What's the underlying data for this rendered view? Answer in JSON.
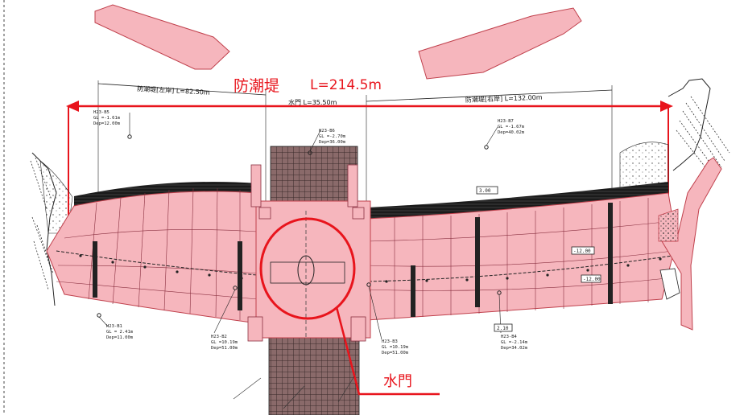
{
  "annotations": {
    "title": "防潮堤",
    "length": "L=214.5m",
    "gate_label": "水門"
  },
  "dimension_lines": {
    "left_bank": "防潮堤[左岸] L=82.50m",
    "right_bank": "防潮堤[右岸] L=132.00m",
    "gate": "水門 L=35.50m"
  },
  "boreholes": [
    {
      "id": "H23-B5",
      "gl": "GL =-1.61m",
      "dep": "Dep=12.00m"
    },
    {
      "id": "H23-B6",
      "gl": "GL =-2.70m",
      "dep": "Dep=36.00m"
    },
    {
      "id": "H23-B7",
      "gl": "GL =-1.67m",
      "dep": "Dep=40.02m"
    },
    {
      "id": "H23-B1",
      "gl": "GL = 2.41m",
      "dep": "Dep=11.00m"
    },
    {
      "id": "H23-B2",
      "gl": "GL =10.19m",
      "dep": "Dep=51.00m"
    },
    {
      "id": "H23-B3",
      "gl": "GL =10.19m",
      "dep": "Dep=51.00m"
    },
    {
      "id": "H23-B4",
      "gl": "GL =-2.14m",
      "dep": "Dep=34.02m"
    }
  ],
  "elevation_tags": [
    "3.00",
    "-12.00",
    "-12.00",
    "2.10"
  ],
  "colors": {
    "embankment_fill": "#f6b6bd",
    "embankment_stroke": "#c0404c",
    "accent_red": "#e8141c",
    "hatch": "#3a2a2a"
  }
}
